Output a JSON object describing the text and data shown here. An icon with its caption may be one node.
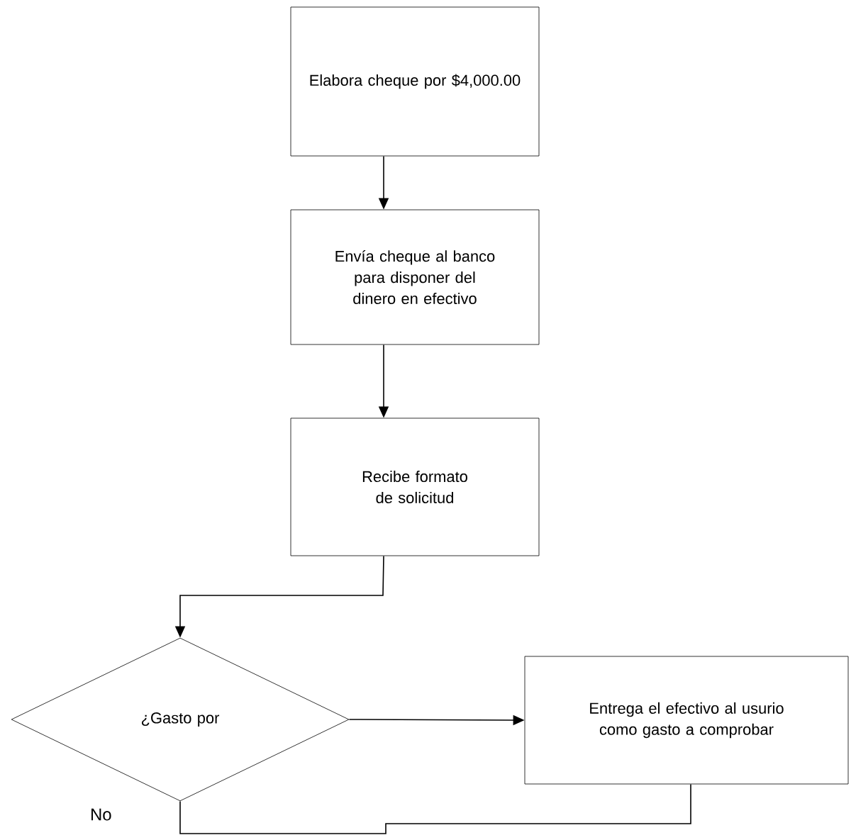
{
  "diagram": {
    "nodes": [
      {
        "text": [
          "Elabora cheque por $4,000.00"
        ]
      },
      {
        "text": [
          "Envía cheque al banco para disponer del dinero en efectivo"
        ]
      },
      {
        "text": [
          "Recibe formato de solicitud"
        ]
      },
      {
        "text": [
          "¿Gasto por"
        ],
        "beside": [
          "No"
        ]
      },
      {
        "text": [
          "Entrega el efectivo al usurio como gasto a comprobar"
        ]
      }
    ],
    "edges": [
      {
        "from": 0,
        "to": 1,
        "arrow": "to"
      },
      {
        "from": 1,
        "to": 2,
        "arrow": "to"
      },
      {
        "from": 2,
        "to": 3,
        "arrow": "to"
      },
      {
        "from": 3,
        "to": 4,
        "arrow": "to"
      },
      {
        "from": 4,
        "to": 3,
        "arrow": "none"
      }
    ]
  }
}
